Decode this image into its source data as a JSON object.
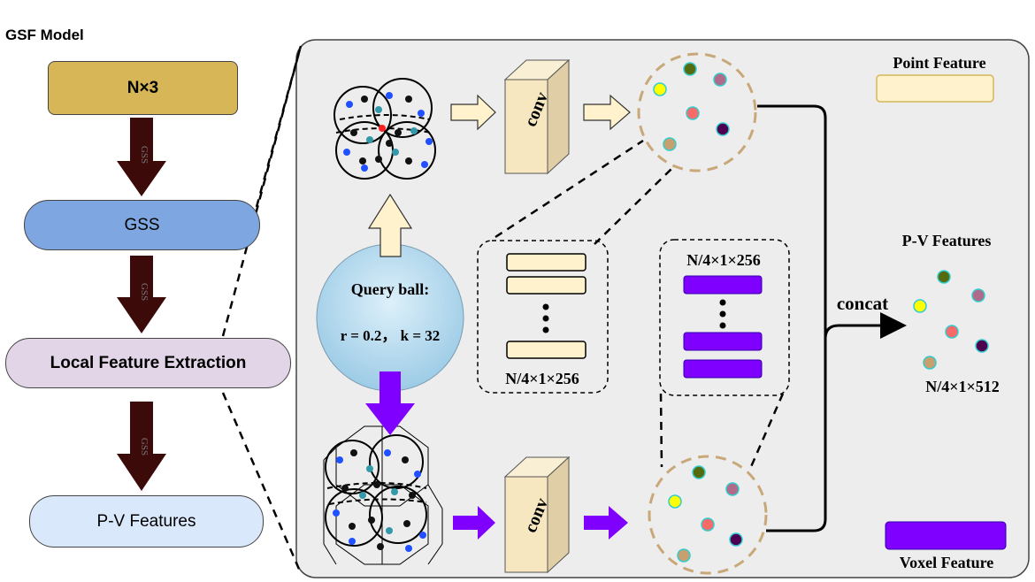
{
  "title": "GSF Model",
  "flow": {
    "input": "N×3",
    "gss": "GSS",
    "lfe": "Local Feature Extraction",
    "pv": "P-V Features",
    "arrow_label": "GSS"
  },
  "detail": {
    "conv_label": "conv",
    "query_ball_title": "Query ball:",
    "query_ball_params": "r = 0.2， k = 32",
    "point_dims": "N/4×1×256",
    "voxel_dims": "N/4×1×256",
    "concat_label": "concat",
    "output_title": "P-V Features",
    "output_dims": "N/4×1×512"
  },
  "legend": {
    "point_label": "Point Feature",
    "voxel_label": "Voxel Feature",
    "point_color": "#fff2cc",
    "voxel_color": "#7f00ff"
  },
  "colors": {
    "panel_bg": "#ededed",
    "brown_arrow": "#3d0a0a",
    "purple": "#7f00ff",
    "bar_fill": "#fff2cc",
    "conv_fill": "#f6e7c0",
    "dashed_circle": "#c8a878"
  }
}
